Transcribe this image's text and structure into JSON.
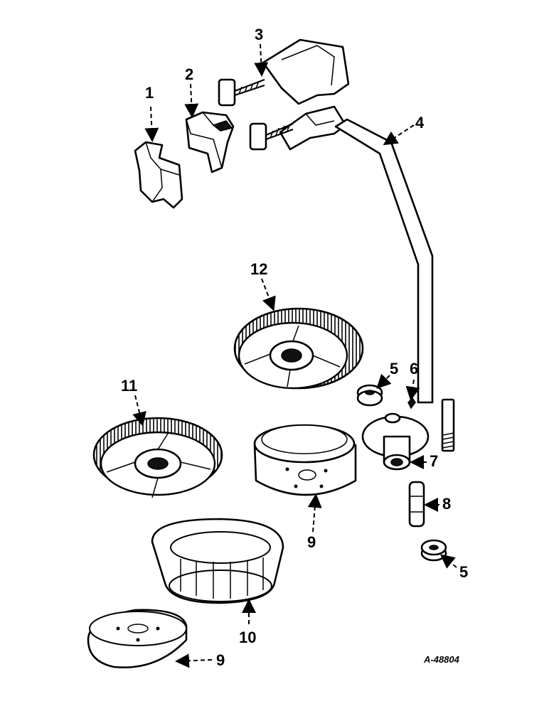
{
  "diagram": {
    "reference_code": "A-48804",
    "callouts": [
      {
        "id": "c1",
        "label": "1"
      },
      {
        "id": "c2",
        "label": "2"
      },
      {
        "id": "c3",
        "label": "3"
      },
      {
        "id": "c4",
        "label": "4"
      },
      {
        "id": "c5a",
        "label": "5"
      },
      {
        "id": "c5b",
        "label": "5"
      },
      {
        "id": "c6",
        "label": "6"
      },
      {
        "id": "c7",
        "label": "7"
      },
      {
        "id": "c8",
        "label": "8"
      },
      {
        "id": "c9a",
        "label": "9"
      },
      {
        "id": "c9b",
        "label": "9"
      },
      {
        "id": "c10",
        "label": "10"
      },
      {
        "id": "c11",
        "label": "11"
      },
      {
        "id": "c12",
        "label": "12"
      }
    ]
  }
}
